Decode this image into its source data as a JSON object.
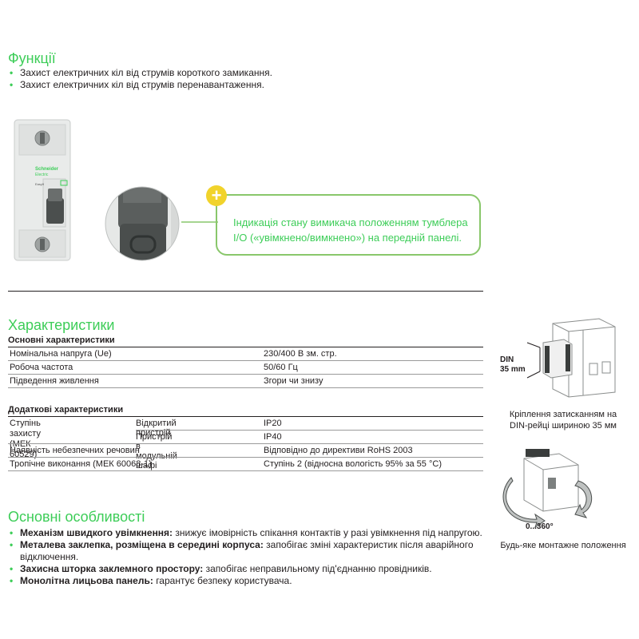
{
  "functions": {
    "title": "Функції",
    "items": [
      "Захист електричних кіл від струмів короткого замикання.",
      "Захист електричних кіл від струмів перенавантаження."
    ]
  },
  "product": {
    "brand": "Schneider",
    "brand_sub": "Electric",
    "model": "Easy9",
    "callout": "Індикація стану вимикача положенням тумблера I/O («увімкнено/вимкнено») на передній панелі."
  },
  "characteristics": {
    "title": "Характеристики",
    "main_label": "Основні характеристики",
    "main_rows": [
      {
        "name": "Номінальна напруга (Ue)",
        "value": "230/400 В зм. стр."
      },
      {
        "name": "Робоча частота",
        "value": "50/60 Гц"
      },
      {
        "name": "Підведення живлення",
        "value": "Згори чи знизу"
      }
    ],
    "extra_label": "Додаткові характеристики",
    "protection": {
      "name_line1": "Ступінь захисту",
      "name_line2": "(МЕК 60529)",
      "sub1": "Відкритий пристрій",
      "val1": "IP20",
      "sub2": "Пристрій в модульній шафі",
      "val2": "IP40"
    },
    "extra_rows": [
      {
        "name": "Наявність небезпечних речовин",
        "value": "Відповідно до директиви RoHS 2003"
      },
      {
        "name": "Тропічне виконання (МЕК 60068-1)",
        "value": "Ступінь 2 (відносна вологість 95% за 55 °С)"
      }
    ]
  },
  "din": {
    "label_line1": "DIN",
    "label_line2": "35 mm",
    "caption_line1": "Кріплення затисканням на",
    "caption_line2": "DIN-рейці шириною 35 мм"
  },
  "rotation": {
    "label": "0...360°",
    "caption": "Будь-яке монтажне положення"
  },
  "features": {
    "title": "Основні особливості",
    "items": [
      {
        "bold": "Механізм швидкого увімкнення:",
        "text": " знижує імовірність спікання контактів у разі увімкнення під напругою."
      },
      {
        "bold": "Металева заклепка, розміщена в середині корпуса:",
        "text": " запобігає зміні характеристик після аварійного відключення."
      },
      {
        "bold": "Захисна шторка заклемного простору:",
        "text": " запобігає неправильному під'єднанню провідників."
      },
      {
        "bold": "Монолітна лицьова панель:",
        "text": " гарантує безпеку користувача."
      }
    ]
  },
  "colors": {
    "accent": "#3dcd58",
    "callout_border": "#89c76b",
    "plus": "#f1d32b"
  }
}
